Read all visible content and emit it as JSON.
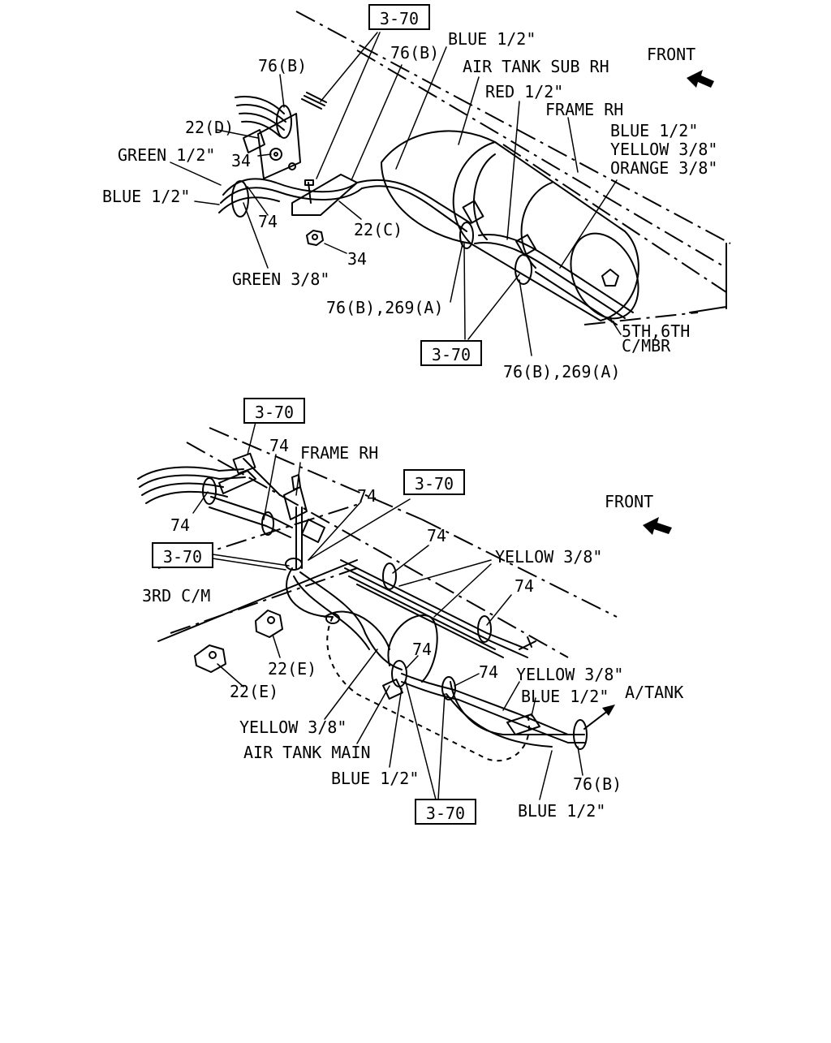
{
  "colors": {
    "line": "#000000",
    "background": "#ffffff"
  },
  "top": {
    "refs": [
      "3-70",
      "3-70"
    ],
    "direction": "FRONT",
    "labels": {
      "l76b_left": "76(B)",
      "l76b_mid": "76(B)",
      "blue_top": "BLUE 1/2\"",
      "air_tank_sub": "AIR TANK SUB RH",
      "red": "RED 1/2\"",
      "frame": "FRAME RH",
      "blue_right": "BLUE 1/2\"",
      "yellow_right": "YELLOW 3/8\"",
      "orange_right": "ORANGE 3/8\"",
      "l22d": "22(D)",
      "green_half": "GREEN 1/2\"",
      "l34_upper": "34",
      "blue_left": "BLUE 1/2\"",
      "l74": "74",
      "l22c": "22(C)",
      "l34_lower": "34",
      "green_38": "GREEN 3/8\"",
      "l76b269_a": "76(B),269(A)",
      "crossmember_1": "5TH,6TH",
      "crossmember_2": "C/MBR",
      "l76b269_b": "76(B),269(A)"
    }
  },
  "bottom": {
    "refs": [
      "3-70",
      "3-70",
      "3-70",
      "3-70"
    ],
    "direction": "FRONT",
    "labels": {
      "l74_a": "74",
      "frame": "FRAME RH",
      "l74_b": "74",
      "l74_c": "74",
      "l74_d": "74",
      "yellow_a": "YELLOW 3/8\"",
      "l74_e": "74",
      "third_cm": "3RD C/M",
      "l74_f": "74",
      "l74_g": "74",
      "yellow_b": "YELLOW 3/8\"",
      "l22e_a": "22(E)",
      "blue_a": "BLUE 1/2\"",
      "a_tank": "A/TANK",
      "l22e_b": "22(E)",
      "yellow_c": "YELLOW 3/8\"",
      "air_tank_main": "AIR TANK MAIN",
      "blue_b": "BLUE 1/2\"",
      "l76b": "76(B)",
      "blue_c": "BLUE 1/2\""
    }
  }
}
